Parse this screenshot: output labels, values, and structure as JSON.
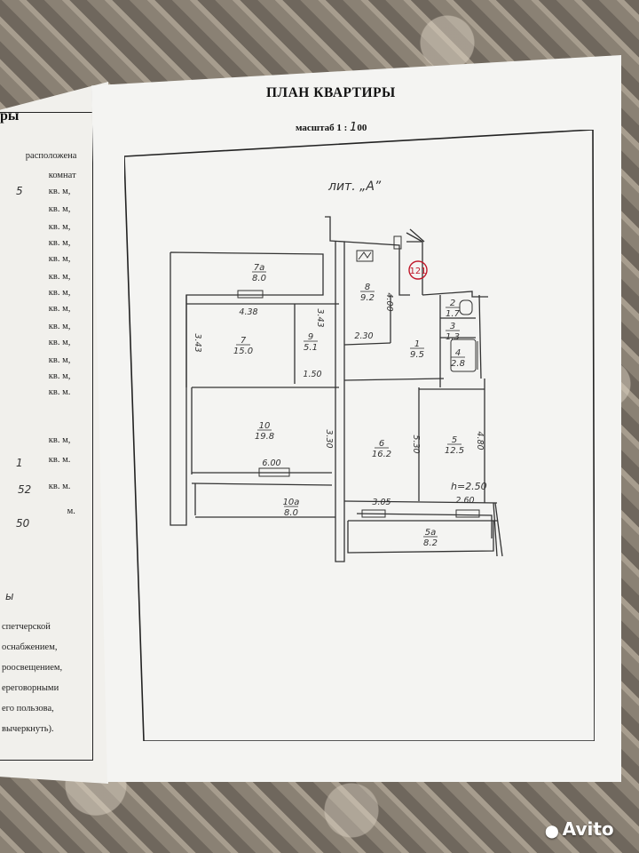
{
  "left_page": {
    "title": "ры",
    "lines": [
      "расположена",
      "комнат",
      "кв. м,",
      "кв. м,",
      "кв. м,",
      "кв. м,",
      "кв. м,",
      "кв. м,",
      "кв. м,",
      "кв. м,",
      "кв. м,",
      "кв. м,",
      "кв. м,",
      "кв. м,",
      "кв. м.",
      "кв. м,",
      "кв. м.",
      "кв. м.",
      "м."
    ],
    "handwritten": [
      "5",
      "1",
      "52",
      "50",
      "ы"
    ],
    "footer_lines": [
      "спетчерской",
      "оснабжением,",
      "роосвещением,",
      "ереговорными",
      "его пользова,",
      "вычеркнуть)."
    ]
  },
  "title": "ПЛАН КВАРТИРЫ",
  "scale": {
    "label": "масштаб 1 :",
    "value_hand": "1",
    "value_print": "00"
  },
  "plan": {
    "liter": "лит. „А”",
    "stamp": "121",
    "rooms": [
      {
        "num": "7а",
        "area": "8.0"
      },
      {
        "num": "7",
        "area": "15.0"
      },
      {
        "num": "9",
        "area": "5.1"
      },
      {
        "num": "8",
        "area": "9.2"
      },
      {
        "num": "1",
        "area": "9.5"
      },
      {
        "num": "2",
        "area": "1.7"
      },
      {
        "num": "3",
        "area": "1.3"
      },
      {
        "num": "4",
        "area": "2.8"
      },
      {
        "num": "10",
        "area": "19.8"
      },
      {
        "num": "6",
        "area": "16.2"
      },
      {
        "num": "5",
        "area": "12.5"
      },
      {
        "num": "10а",
        "area": "8.0"
      },
      {
        "num": "5а",
        "area": "8.2"
      }
    ],
    "dimensions": [
      "4.38",
      "3.43",
      "3.43",
      "1.50",
      "4.00",
      "2.30",
      "3.30",
      "6.00",
      "5.30",
      "4.80",
      "3.05",
      "2.60"
    ],
    "height": "h=2.50"
  },
  "watermark": "Avito"
}
